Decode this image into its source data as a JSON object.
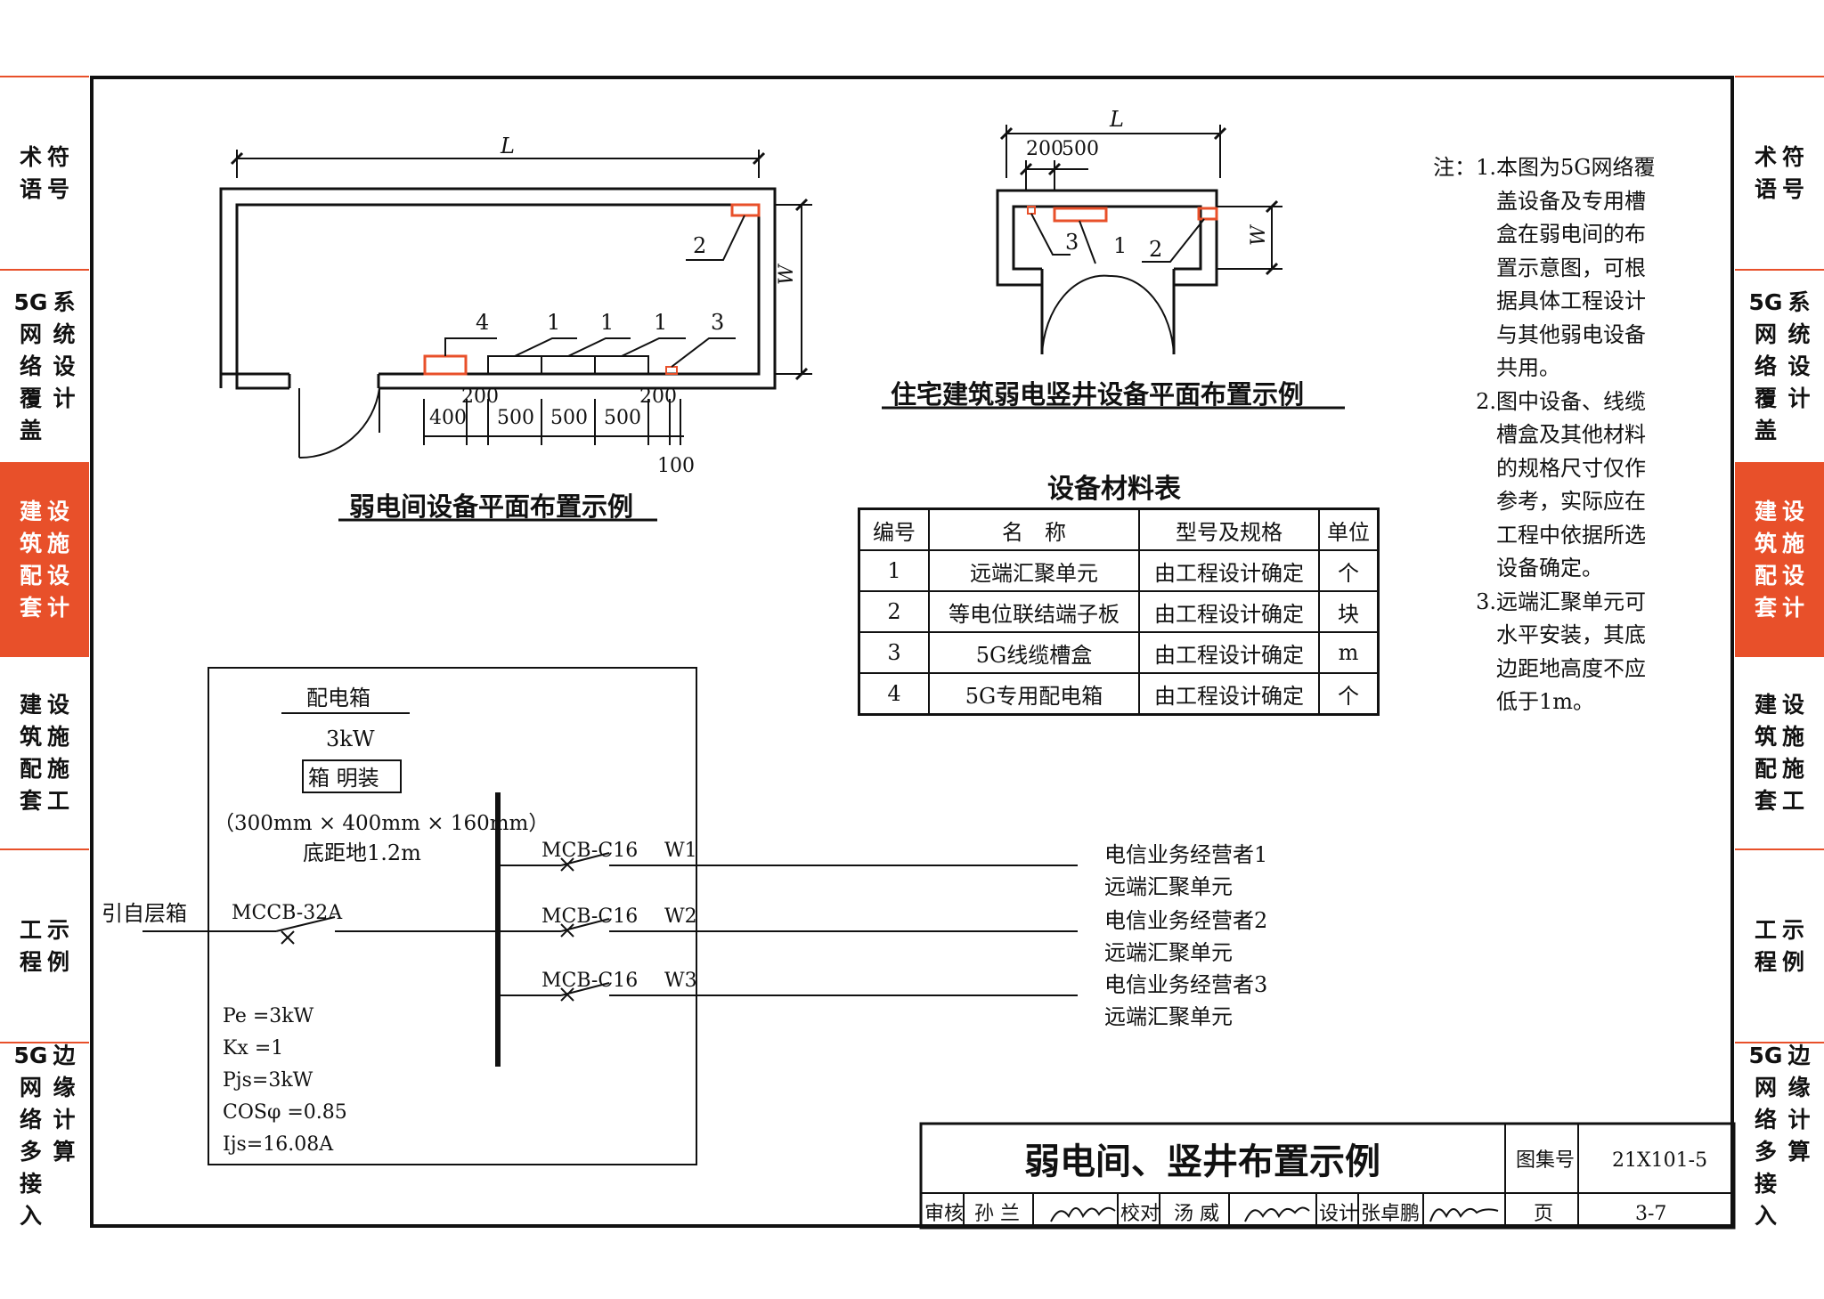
{
  "left_tabs": [
    {
      "lines": [
        "符号",
        "术语"
      ],
      "active": false
    },
    {
      "lines": [
        "系统设计",
        "5G网络覆盖"
      ],
      "active": false
    },
    {
      "lines": [
        "设施设计",
        "建筑配套"
      ],
      "active": true
    },
    {
      "lines": [
        "设施施工",
        "建筑配套"
      ],
      "active": false
    },
    {
      "lines": [
        "示例",
        "工程"
      ],
      "active": false
    },
    {
      "lines": [
        "边缘计算",
        "5G网络多接入"
      ],
      "active": false
    }
  ],
  "right_tabs": [
    {
      "lines": [
        "符号",
        "术语"
      ],
      "active": false
    },
    {
      "lines": [
        "系统设计",
        "5G网络覆盖"
      ],
      "active": false
    },
    {
      "lines": [
        "设施设计",
        "建筑配套"
      ],
      "active": true
    },
    {
      "lines": [
        "设施施工",
        "建筑配套"
      ],
      "active": false
    },
    {
      "lines": [
        "示例",
        "工程"
      ],
      "active": false
    },
    {
      "lines": [
        "边缘计算",
        "5G网络多接入"
      ],
      "active": false
    }
  ],
  "room_plan": {
    "caption": "弱电间设备平面布置示例",
    "dim_L": "L",
    "dim_W": "W",
    "labels": [
      "2",
      "4",
      "1",
      "1",
      "1",
      "3"
    ],
    "dims": [
      "400",
      "200",
      "500",
      "500",
      "500",
      "200",
      "100"
    ]
  },
  "shaft_plan": {
    "caption": "住宅建筑弱电竖井设备平面布置示例",
    "dim_L": "L",
    "dim_W": "W",
    "dims": [
      "200",
      "500"
    ],
    "labels": [
      "3",
      "1",
      "2"
    ]
  },
  "material_table": {
    "title": "设备材料表",
    "headers": [
      "编号",
      "名　称",
      "型号及规格",
      "单位"
    ],
    "rows": [
      [
        "1",
        "远端汇聚单元",
        "由工程设计确定",
        "个"
      ],
      [
        "2",
        "等电位联结端子板",
        "由工程设计确定",
        "块"
      ],
      [
        "3",
        "5G线缆槽盒",
        "由工程设计确定",
        "m"
      ],
      [
        "4",
        "5G专用配电箱",
        "由工程设计确定",
        "个"
      ]
    ]
  },
  "notes": {
    "prefix": "注：",
    "items": [
      {
        "num": "1.",
        "lines": [
          "本图为5G网络覆",
          "盖设备及专用槽",
          "盒在弱电间的布",
          "置示意图，可根",
          "据具体工程设计",
          "与其他弱电设备",
          "共用。"
        ]
      },
      {
        "num": "2.",
        "lines": [
          "图中设备、线缆",
          "槽盒及其他材料",
          "的规格尺寸仅作",
          "参考，实际应在",
          "工程中依据所选",
          "设备确定。"
        ]
      },
      {
        "num": "3.",
        "lines": [
          "远端汇聚单元可",
          "水平安装，其底",
          "边距地高度不应",
          "低于1m。"
        ]
      }
    ]
  },
  "distribution_box": {
    "title": "配电箱",
    "power": "3kW",
    "install": "箱 明装",
    "size": "（300mm × 400mm × 160mm）",
    "height": "底距地1.2m",
    "source": "引自层箱",
    "main_breaker": "MCCB-32A",
    "params": [
      "Pe =3kW",
      "Kx =1",
      "Pjs=3kW",
      "COSφ =0.85",
      "Ijs=16.08A"
    ],
    "circuits": [
      {
        "breaker": "MCB-C16",
        "id": "W1",
        "target1": "电信业务经营者1",
        "target2": "远端汇聚单元"
      },
      {
        "breaker": "MCB-C16",
        "id": "W2",
        "target1": "电信业务经营者2",
        "target2": "远端汇聚单元"
      },
      {
        "breaker": "MCB-C16",
        "id": "W3",
        "target1": "电信业务经营者3",
        "target2": "远端汇聚单元"
      }
    ]
  },
  "title_block": {
    "title": "弱电间、竖井布置示例",
    "atlas_label": "图集号",
    "atlas_no": "21X101-5",
    "review_label": "审核",
    "reviewer": "孙 兰",
    "check_label": "校对",
    "checker": "汤 威",
    "design_label": "设计",
    "designer": "张卓鹏",
    "page_label": "页",
    "page_no": "3-7"
  },
  "colors": {
    "accent": "#e8502a",
    "line": "#111111"
  }
}
